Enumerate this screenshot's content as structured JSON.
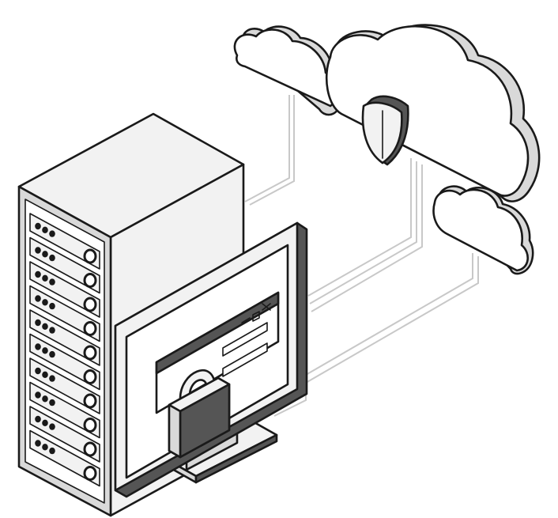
{
  "illustration": {
    "subject": "server-cloud-secure-connection",
    "icons": [
      "server-rack-icon",
      "cloud-icon",
      "shield-icon",
      "monitor-icon",
      "login-window-icon",
      "padlock-icon"
    ]
  },
  "monitor": {
    "window_controls": [
      "minimize",
      "maximize",
      "close"
    ]
  },
  "server": {
    "unit_count": 10
  },
  "colors": {
    "outline": "#1a1a1a",
    "light_gray": "#f2f2f2",
    "mid_gray": "#d9d9d9",
    "dark_gray": "#555555",
    "connector": "#c8c8c8",
    "background": "#ffffff"
  }
}
